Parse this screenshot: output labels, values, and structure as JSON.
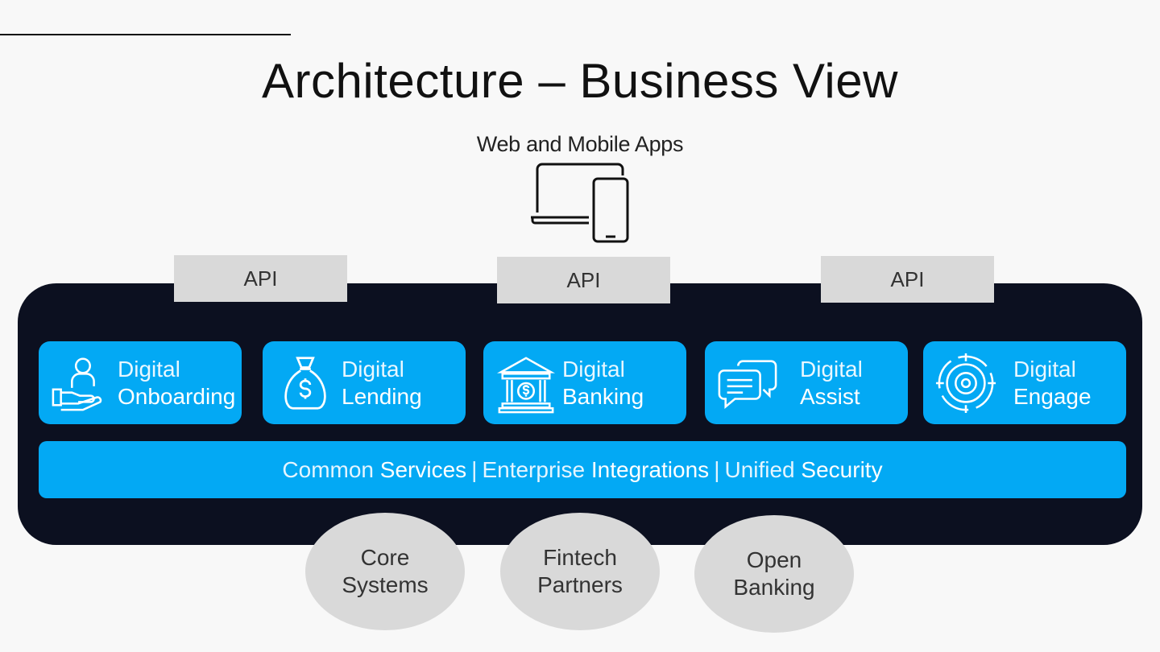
{
  "title": "Architecture – Business View",
  "apps_label": "Web and Mobile Apps",
  "apis": [
    "API",
    "API",
    "API"
  ],
  "products": [
    {
      "line1": "Digital",
      "line2": "Onboarding",
      "icon": "hand-person-icon"
    },
    {
      "line1": "Digital",
      "line2": "Lending",
      "icon": "money-bag-icon"
    },
    {
      "line1": "Digital",
      "line2": "Banking",
      "icon": "bank-building-icon"
    },
    {
      "line1": "Digital",
      "line2": "Assist",
      "icon": "chat-bubbles-icon"
    },
    {
      "line1": "Digital",
      "line2": "Engage",
      "icon": "target-icon"
    }
  ],
  "services": {
    "part1_light": "Common",
    "part1_strong": "Services",
    "part2_light": "Enterprise",
    "part2_strong": "Integrations",
    "part3_light": "Unified",
    "part3_strong": "Security",
    "separator": "|"
  },
  "backends": [
    {
      "line1": "Core",
      "line2": "Systems"
    },
    {
      "line1": "Fintech",
      "line2": "Partners"
    },
    {
      "line1": "Open",
      "line2": "Banking"
    }
  ],
  "colors": {
    "platform": "#0c1020",
    "accent": "#03a9f4",
    "api_box": "#d9d9d9",
    "ellipse": "#d9d9d9"
  }
}
